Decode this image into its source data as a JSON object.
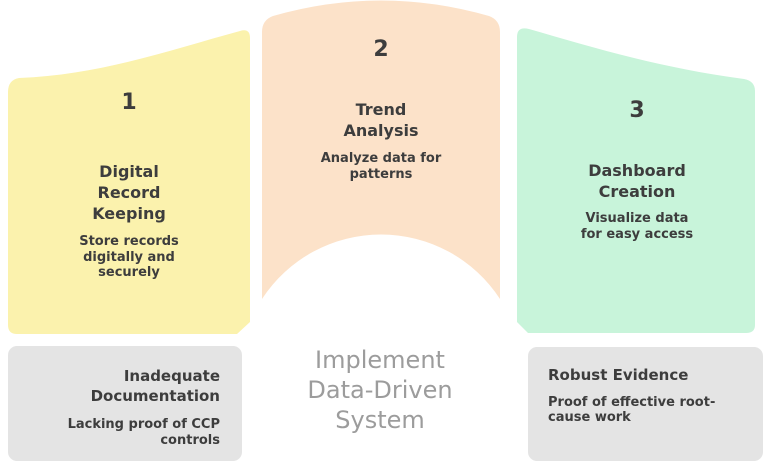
{
  "colors": {
    "panel1": "#fbf2ad",
    "panel2": "#fce2c9",
    "panel3": "#c8f4da",
    "note_bg": "#e4e4e4",
    "text_dark": "#3d3d3d",
    "caption_gray": "#9c9c9c"
  },
  "panels": [
    {
      "number": "1",
      "title": "Digital\nRecord\nKeeping",
      "description": "Store records\ndigitally and\nsecurely",
      "color": "#fbf2ad"
    },
    {
      "number": "2",
      "title": "Trend\nAnalysis",
      "description": "Analyze data for\npatterns",
      "color": "#fce2c9"
    },
    {
      "number": "3",
      "title": "Dashboard\nCreation",
      "description": "Visualize data\nfor easy access",
      "color": "#c8f4da"
    }
  ],
  "notes": [
    {
      "title": "Inadequate\nDocumentation",
      "description": "Lacking proof of CCP\ncontrols"
    },
    {
      "title": "Robust Evidence",
      "description": "Proof of effective root-\ncause work"
    }
  ],
  "caption": "Implement\nData-Driven\nSystem"
}
